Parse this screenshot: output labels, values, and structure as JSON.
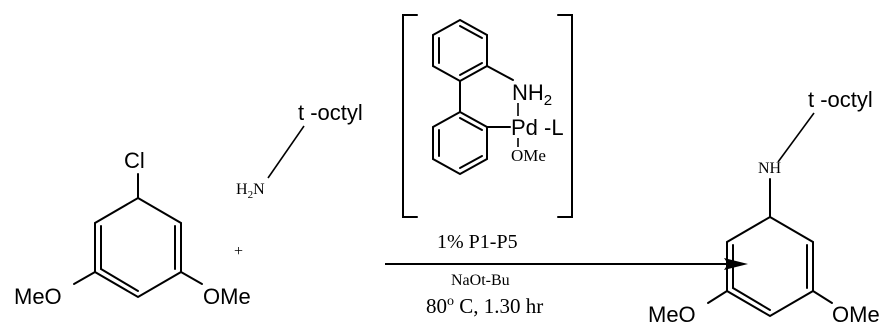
{
  "reactant1": {
    "cl": "Cl",
    "ome_left": "MeO",
    "ome_right": "OMe"
  },
  "plus": "+",
  "reactant2": {
    "amine": "H",
    "amine_sub": "2",
    "amine_n": "N",
    "substituent": "t -octyl"
  },
  "catalyst": {
    "nh": "NH",
    "nh_sub": "2",
    "pd": "Pd -L",
    "ome": "OMe"
  },
  "conditions": {
    "loading": "1% P1-P5",
    "base": "NaOt-Bu",
    "temp_value": "80",
    "temp_degree": "o",
    "temp_rest": " C, 1.30 hr"
  },
  "product": {
    "nh": "NH",
    "substituent": "t -octyl",
    "ome_left": "MeO",
    "ome_right": "OMe"
  }
}
